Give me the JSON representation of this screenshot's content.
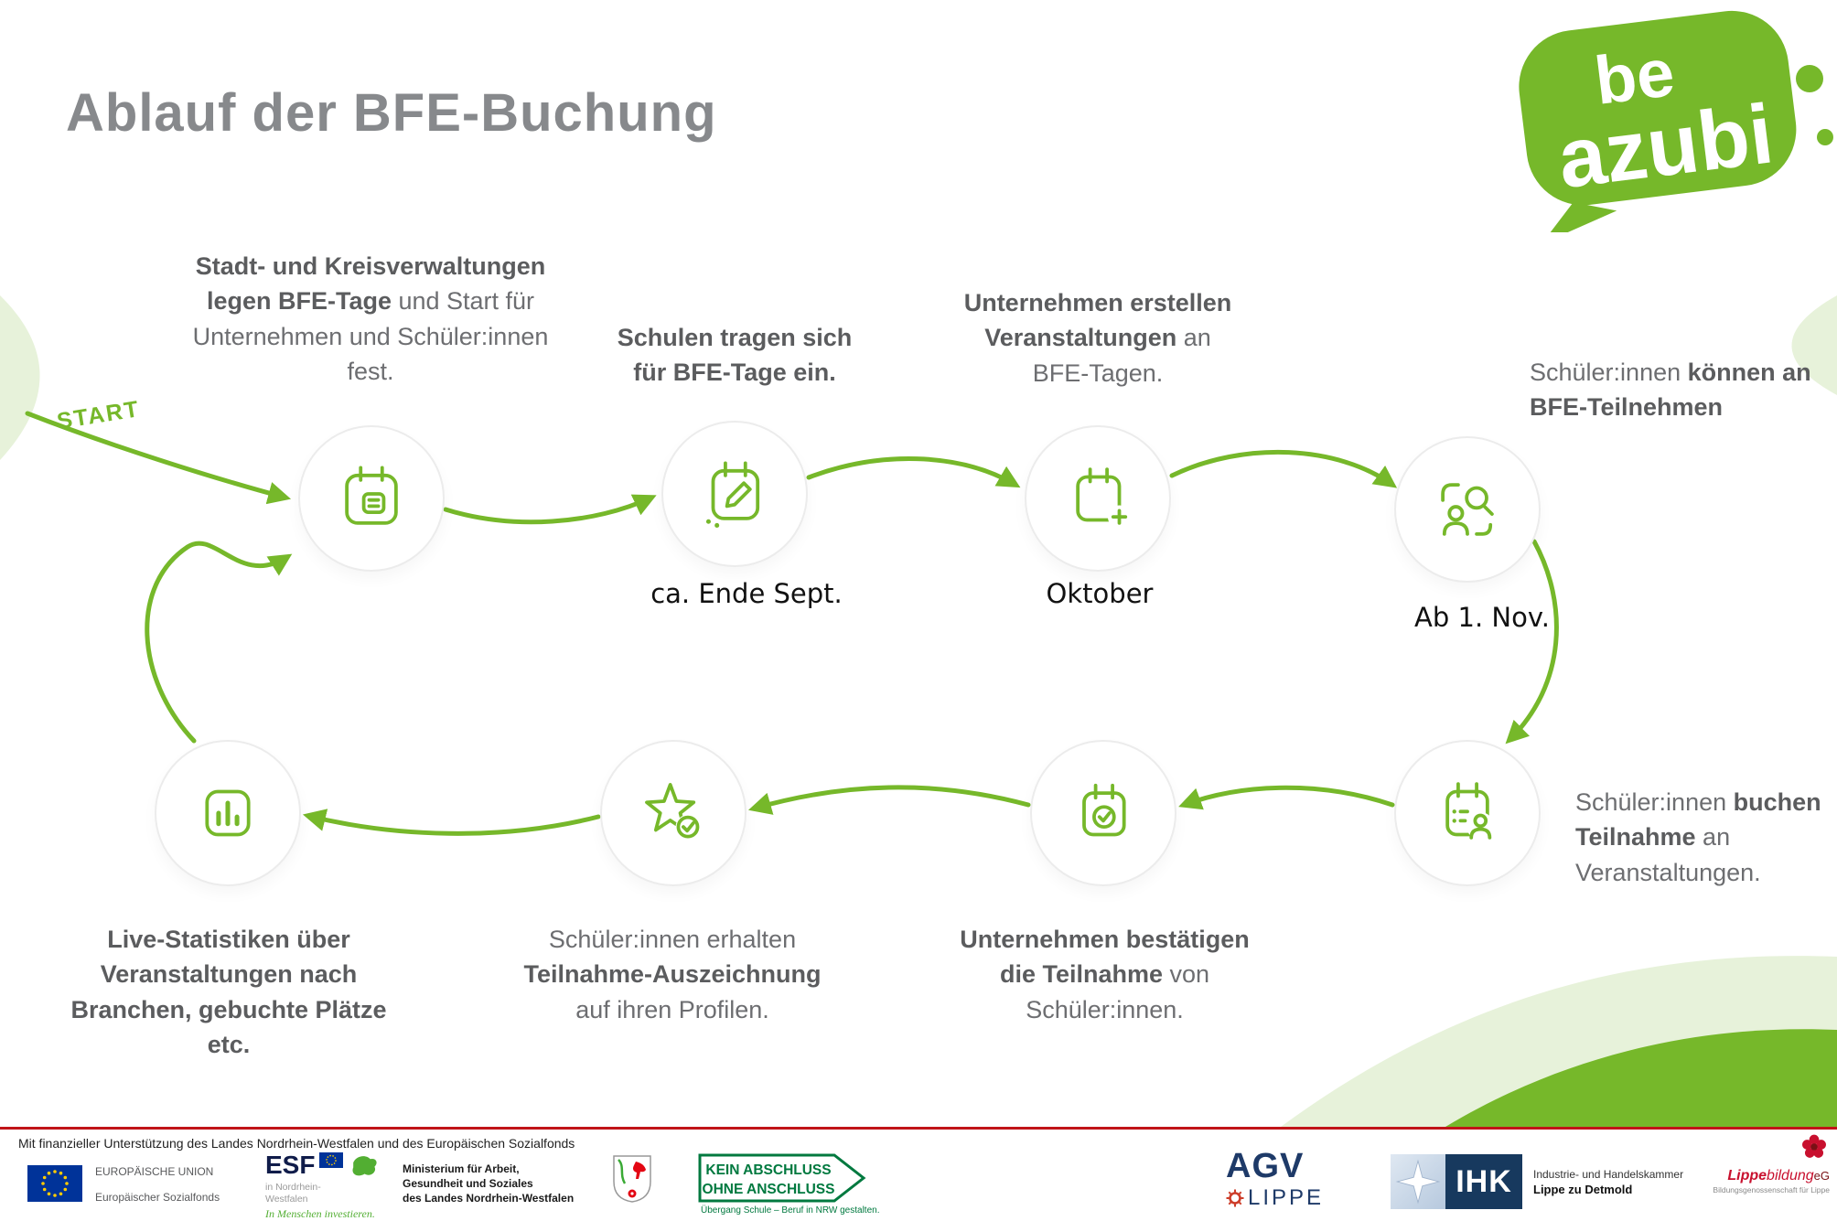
{
  "page": {
    "title": "Ablauf der BFE-Buchung"
  },
  "logo": {
    "line1": "be",
    "line2": "azubi"
  },
  "flow": {
    "start_label": "START",
    "steps": [
      {
        "icon": "calendar-event-icon",
        "label": [
          {
            "t": "Stadt- und Kreisverwaltungen\nlegen BFE-Tage",
            "b": true
          },
          {
            "t": " und Start für\nUnternehmen und Schüler:innen\nfest.",
            "b": false
          }
        ]
      },
      {
        "icon": "calendar-edit-icon",
        "date": "ca. Ende Sept.",
        "label": [
          {
            "t": "Schulen tragen sich\nfür BFE-Tage ein.",
            "b": true
          }
        ]
      },
      {
        "icon": "calendar-plus-icon",
        "date": "Oktober",
        "label": [
          {
            "t": "Unternehmen erstellen\nVeranstaltungen",
            "b": true
          },
          {
            "t": " an\nBFE-Tagen.",
            "b": false
          }
        ]
      },
      {
        "icon": "profile-search-icon",
        "date": "Ab 1. Nov.",
        "label": [
          {
            "t": "Schüler:innen ",
            "b": false
          },
          {
            "t": "können an\nBFE-Teilnehmen",
            "b": true
          }
        ]
      },
      {
        "icon": "calendar-user-icon",
        "label": [
          {
            "t": "Schüler:innen ",
            "b": false
          },
          {
            "t": "buchen\nTeilnahme",
            "b": true
          },
          {
            "t": " an\nVeranstaltungen.",
            "b": false
          }
        ]
      },
      {
        "icon": "calendar-check-icon",
        "label": [
          {
            "t": "Unternehmen bestätigen\ndie Teilnahme",
            "b": true
          },
          {
            "t": " von\nSchüler:innen.",
            "b": false
          }
        ]
      },
      {
        "icon": "star-check-icon",
        "label": [
          {
            "t": "Schüler:innen erhalten\n",
            "b": false
          },
          {
            "t": "Teilnahme-Auszeichnung",
            "b": true
          },
          {
            "t": "\nauf ihren Profilen.",
            "b": false
          }
        ]
      },
      {
        "icon": "bar-chart-icon",
        "label": [
          {
            "t": "Live-Statistiken über\nVeranstaltungen nach\nBranchen, gebuchte Plätze\netc.",
            "b": true
          }
        ]
      }
    ]
  },
  "colors": {
    "green": "#76b82a",
    "light_green": "#e7f2da",
    "text_gray": "#6d6e71",
    "title_gray": "#87898c",
    "divider_red": "#c11418"
  },
  "footer": {
    "funding_note": "Mit finanzieller Unterstützung des Landes Nordrhein-Westfalen und des Europäischen Sozialfonds",
    "eu": {
      "line1": "EUROPÄISCHE UNION",
      "line2": "Europäischer Sozialfonds"
    },
    "esf": {
      "abbr": "ESF",
      "region": "in Nordrhein-\nWestfalen",
      "tagline": "In Menschen investieren."
    },
    "ministry": {
      "name": "Ministerium für Arbeit,\nGesundheit und Soziales\ndes Landes Nordrhein-Westfalen"
    },
    "kaoa": {
      "line1": "KEIN ABSCHLUSS",
      "line2": "OHNE ANSCHLUSS",
      "sub": "Übergang Schule – Beruf in NRW gestalten."
    },
    "agv": {
      "abbr": "AGV",
      "name": "LIPPE"
    },
    "ihk": {
      "abbr": "IHK",
      "line1": "Industrie- und Handelskammer",
      "line2": "Lippe zu Detmold"
    },
    "lippebildung": {
      "name_bold": "Lippe",
      "name_light": "bildung",
      "suffix": "eG",
      "sub": "Bildungsgenossenschaft für Lippe"
    }
  }
}
